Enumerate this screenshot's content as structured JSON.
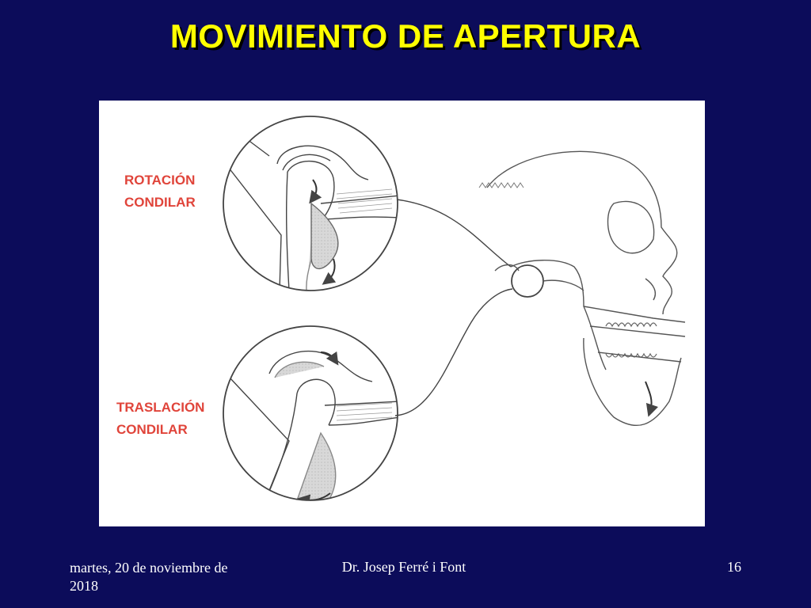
{
  "slide": {
    "title": "MOVIMIENTO DE APERTURA"
  },
  "figure": {
    "labels": {
      "rotation_line1": "ROTACIÓN",
      "rotation_line2": "CONDILAR",
      "translation_line1": "TRASLACIÓN",
      "translation_line2": "CONDILAR"
    },
    "label_color": "#e0443a"
  },
  "footer": {
    "date": "martes, 20 de noviembre de 2018",
    "author": "Dr. Josep Ferré i Font",
    "page": "16"
  },
  "colors": {
    "background": "#0c0c5a",
    "title": "#ffff00",
    "footer_text": "#ffffff"
  }
}
